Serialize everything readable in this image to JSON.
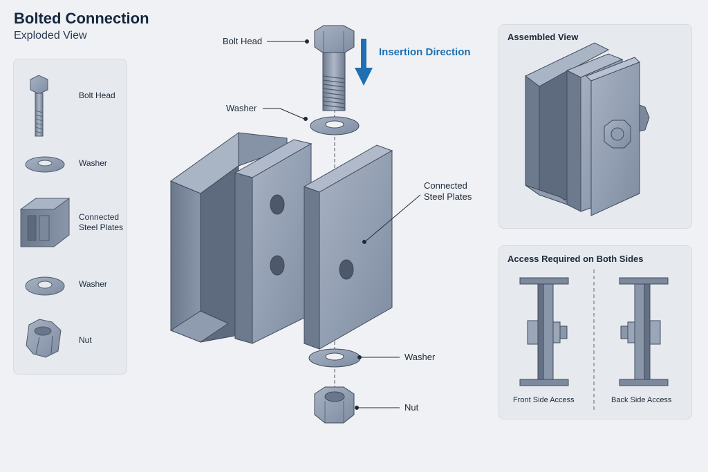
{
  "header": {
    "title": "Bolted Connection",
    "subtitle": "Exploded View"
  },
  "legend": {
    "items": [
      {
        "label": "Bolt Head",
        "icon": "bolt-icon"
      },
      {
        "label": "Washer",
        "icon": "washer-icon"
      },
      {
        "label": "Connected\nSteel Plates",
        "icon": "steel-plates-icon"
      },
      {
        "label": "Washer",
        "icon": "washer-icon"
      },
      {
        "label": "Nut",
        "icon": "nut-icon"
      }
    ]
  },
  "main": {
    "callouts": {
      "bolt_head": "Bolt Head",
      "washer_top": "Washer",
      "connected_plates": "Connected\nSteel Plates",
      "washer_bottom": "Washer",
      "nut": "Nut"
    },
    "insertion_direction": "Insertion Direction"
  },
  "assembled": {
    "title": "Assembled View"
  },
  "access": {
    "title": "Access Required on Both Sides",
    "front_label": "Front Side Access",
    "back_label": "Back Side Access"
  },
  "colors": {
    "steel": "#8e9bb0",
    "steel_dark": "#5f6c80",
    "accent": "#1f6fb2"
  }
}
